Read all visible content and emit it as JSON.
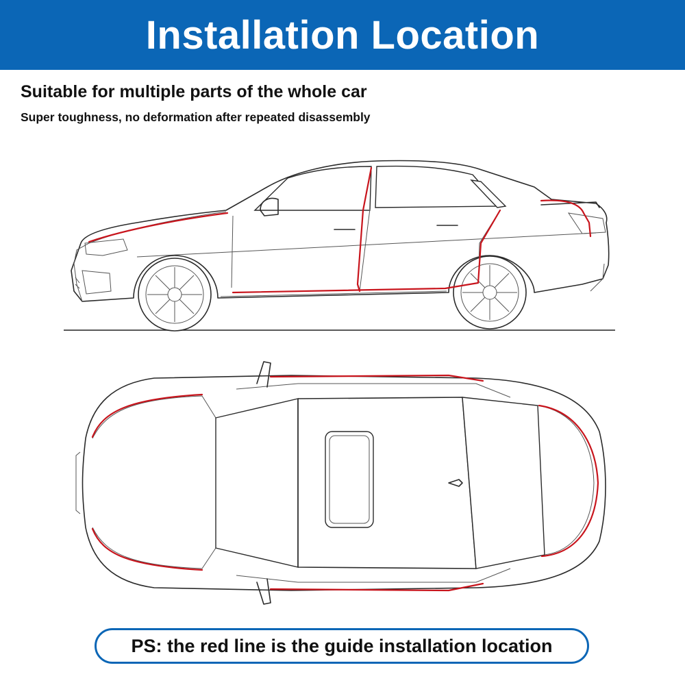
{
  "header": {
    "title": "Installation Location"
  },
  "intro": {
    "subtitle": "Suitable for multiple parts of the whole car",
    "caption": "Super toughness, no deformation after repeated disassembly"
  },
  "footer": {
    "note": "PS: the red line is the guide installation location"
  },
  "colors": {
    "banner": "#0b66b6",
    "guide_line": "#c8141c",
    "note_border": "#0b66b6"
  },
  "illustrations": [
    "car-side-view",
    "car-top-view"
  ]
}
